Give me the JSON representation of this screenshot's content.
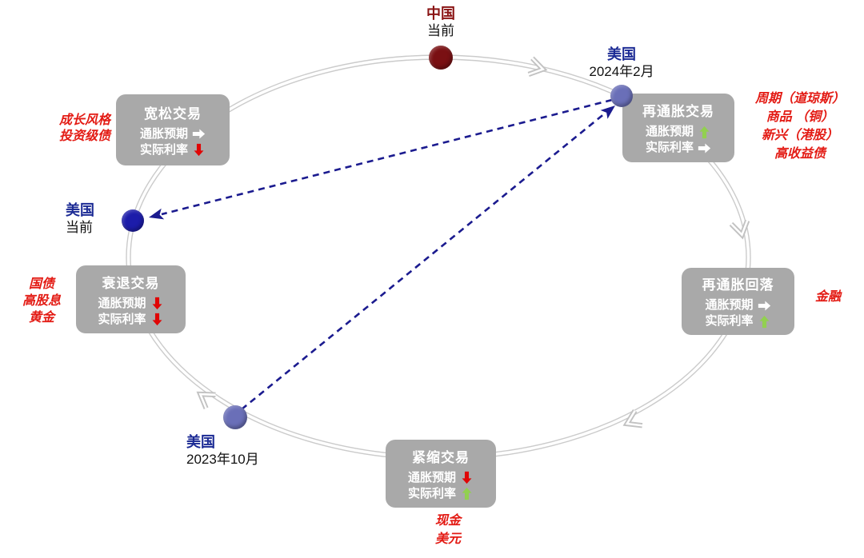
{
  "colors": {
    "background": "#ffffff",
    "box_bg": "#a9a9a9",
    "box_text": "#ffffff",
    "cycle_line": "#cbcbcb",
    "dashed_arrow": "#1b1b8f",
    "asset_label_red": "#e31b14",
    "china_label_red": "#8a1414",
    "us_label_blue": "#1b2a94",
    "arrow_green": "#92d050",
    "arrow_red": "#e00505",
    "arrow_white": "#ffffff"
  },
  "nodes": [
    {
      "country": "中国",
      "time": "当前",
      "country_color": "#8a1414",
      "dot_color": "#7a1013"
    },
    {
      "country": "美国",
      "time": "2024年2月",
      "country_color": "#1b2a94",
      "dot_color": "#6a6fb8"
    },
    {
      "country": "美国",
      "time": "当前",
      "country_color": "#1b2a94",
      "dot_color": "#1c1caa"
    },
    {
      "country": "美国",
      "time": "2023年10月",
      "country_color": "#1b2a94",
      "dot_color": "#6a6fb8"
    }
  ],
  "boxes": [
    {
      "title": "宽松交易",
      "rows": [
        {
          "label": "通胀预期",
          "arrow": "right",
          "arrow_color": "#ffffff"
        },
        {
          "label": "实际利率",
          "arrow": "down",
          "arrow_color": "#e00505"
        }
      ]
    },
    {
      "title": "再通胀交易",
      "rows": [
        {
          "label": "通胀预期",
          "arrow": "up",
          "arrow_color": "#92d050"
        },
        {
          "label": "实际利率",
          "arrow": "right",
          "arrow_color": "#ffffff"
        }
      ]
    },
    {
      "title": "再通胀回落",
      "rows": [
        {
          "label": "通胀预期",
          "arrow": "right",
          "arrow_color": "#ffffff"
        },
        {
          "label": "实际利率",
          "arrow": "up",
          "arrow_color": "#92d050"
        }
      ]
    },
    {
      "title": "衰退交易",
      "rows": [
        {
          "label": "通胀预期",
          "arrow": "down",
          "arrow_color": "#e00505"
        },
        {
          "label": "实际利率",
          "arrow": "down",
          "arrow_color": "#e00505"
        }
      ]
    },
    {
      "title": "紧缩交易",
      "rows": [
        {
          "label": "通胀预期",
          "arrow": "down",
          "arrow_color": "#e00505"
        },
        {
          "label": "实际利率",
          "arrow": "up",
          "arrow_color": "#92d050"
        }
      ]
    }
  ],
  "side_labels": [
    {
      "position": "left-of-easing",
      "lines": [
        "成长风格",
        "投资级债"
      ]
    },
    {
      "position": "right-of-reflation",
      "lines": [
        "周期（道琼斯）",
        "商品 （铜）",
        "新兴（港股）",
        "高收益债"
      ]
    },
    {
      "position": "right-of-reflation-fade",
      "lines": [
        "金融"
      ]
    },
    {
      "position": "left-of-recession",
      "lines": [
        "国债",
        "高股息",
        "黄金"
      ]
    },
    {
      "position": "below-tightening",
      "lines": [
        "现金",
        "美元"
      ]
    }
  ]
}
